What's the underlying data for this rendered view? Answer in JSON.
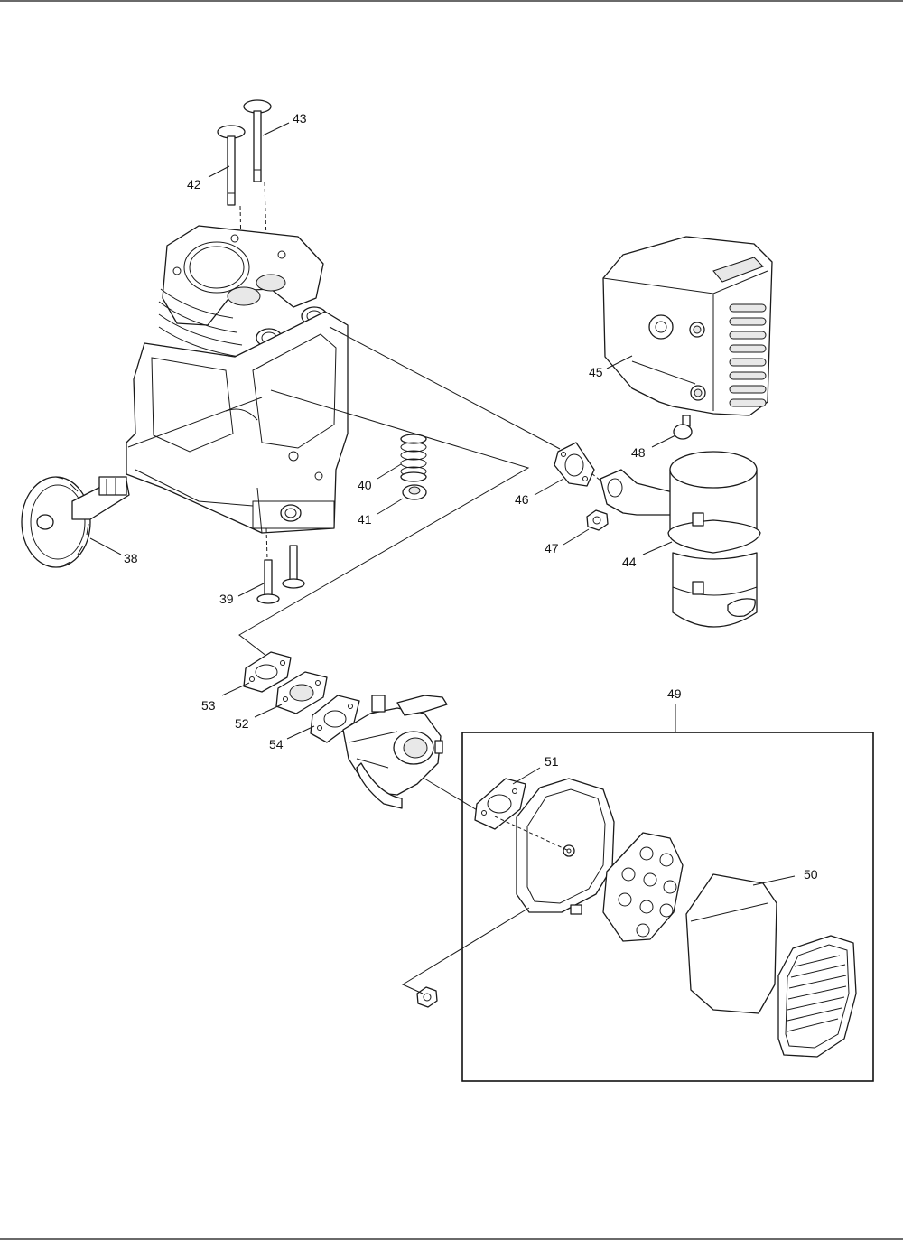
{
  "labels": {
    "p38": "38",
    "p39": "39",
    "p40": "40",
    "p41": "41",
    "p42": "42",
    "p43": "43",
    "p44": "44",
    "p45": "45",
    "p46": "46",
    "p47": "47",
    "p48": "48",
    "p49": "49",
    "p50": "50",
    "p51": "51",
    "p52": "52",
    "p53": "53",
    "p54": "54"
  }
}
